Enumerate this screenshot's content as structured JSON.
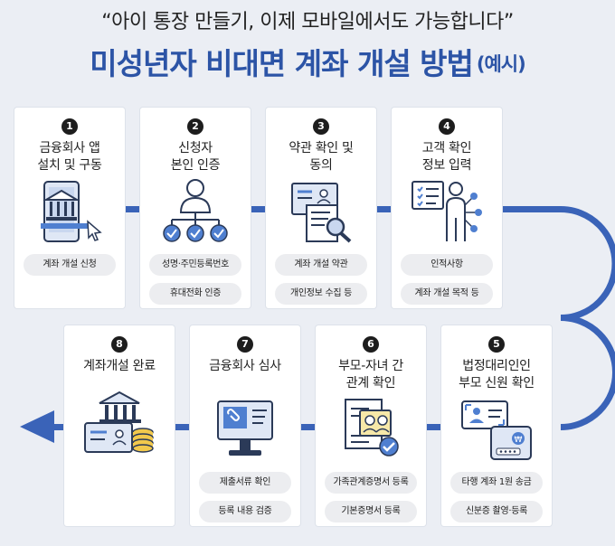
{
  "subtitle": "“아이 통장 만들기, 이제 모바일에서도 가능합니다”",
  "title": "미성년자 비대면 계좌 개설 방법",
  "title_tag": "(예시)",
  "colors": {
    "title": "#2c54a6",
    "connector": "#3a63b8",
    "icon_line": "#2b3a58",
    "icon_blue": "#4f7fd0",
    "coin": "#f2c94c",
    "badge": "#1d1d1d",
    "pill": "#ecedf0"
  },
  "steps": [
    {
      "num": "1",
      "label": "금융회사 앱\n설치 및 구동",
      "icon": "bank-app-icon",
      "pills": [
        "계좌 개설 신청"
      ]
    },
    {
      "num": "2",
      "label": "신청자\n본인 인증",
      "icon": "identity-verification-icon",
      "pills": [
        "성명·주민등록번호",
        "휴대전화 인증"
      ]
    },
    {
      "num": "3",
      "label": "약관 확인 및\n동의",
      "icon": "terms-document-icon",
      "pills": [
        "계좌 개설 약관",
        "개인정보 수집 등"
      ]
    },
    {
      "num": "4",
      "label": "고객 확인\n정보 입력",
      "icon": "customer-info-icon",
      "pills": [
        "인적사항",
        "계좌 개설 목적 등"
      ]
    },
    {
      "num": "5",
      "label": "법정대리인인\n부모 신원 확인",
      "icon": "id-card-phone-icon",
      "pills": [
        "타행 계좌 1원 송금",
        "신분증 촬영·등록"
      ]
    },
    {
      "num": "6",
      "label": "부모-자녀 간\n관계 확인",
      "icon": "family-document-icon",
      "pills": [
        "가족관계증명서 등록",
        "기본증명서 등록"
      ]
    },
    {
      "num": "7",
      "label": "금융회사 심사",
      "icon": "monitor-review-icon",
      "pills": [
        "제출서류 확인",
        "등록 내용 검증"
      ]
    },
    {
      "num": "8",
      "label": "계좌개설 완료",
      "icon": "account-complete-icon",
      "pills": []
    }
  ]
}
